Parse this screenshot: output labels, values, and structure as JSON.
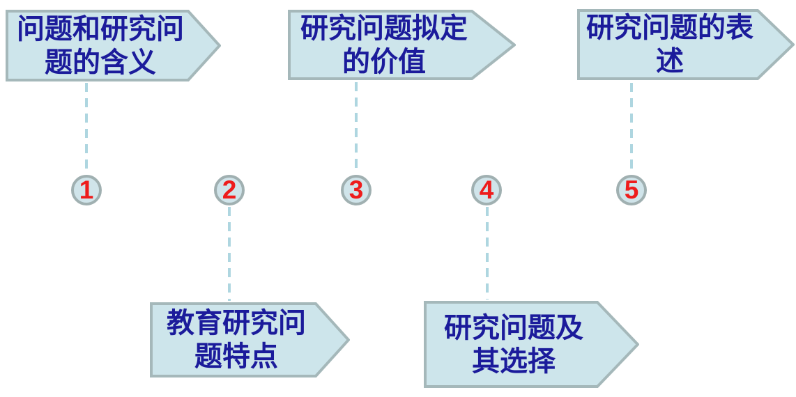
{
  "diagram": {
    "description": "chapter-overview-flow",
    "colors": {
      "background": "#ffffff",
      "box_fill": "#cde5eb",
      "box_border": "#a5b8ba",
      "box_text": "#1b1b9b",
      "circle_fill": "#d0e4ea",
      "circle_border": "#a0b0b1",
      "number": "#ee1c1c",
      "connector": "#aed6e0"
    },
    "boxes": [
      {
        "line1": "问题和研究问",
        "line2": "题的含义"
      },
      {
        "line1": "研究问题拟定",
        "line2": "的价值"
      },
      {
        "line1": "研究问题的表",
        "line2": "述"
      },
      {
        "line1": "教育研究问",
        "line2": "题特点"
      },
      {
        "line1": "研究问题及",
        "line2": "其选择"
      }
    ],
    "circles": [
      {
        "number": "1"
      },
      {
        "number": "2"
      },
      {
        "number": "3"
      },
      {
        "number": "4"
      },
      {
        "number": "5"
      }
    ]
  }
}
